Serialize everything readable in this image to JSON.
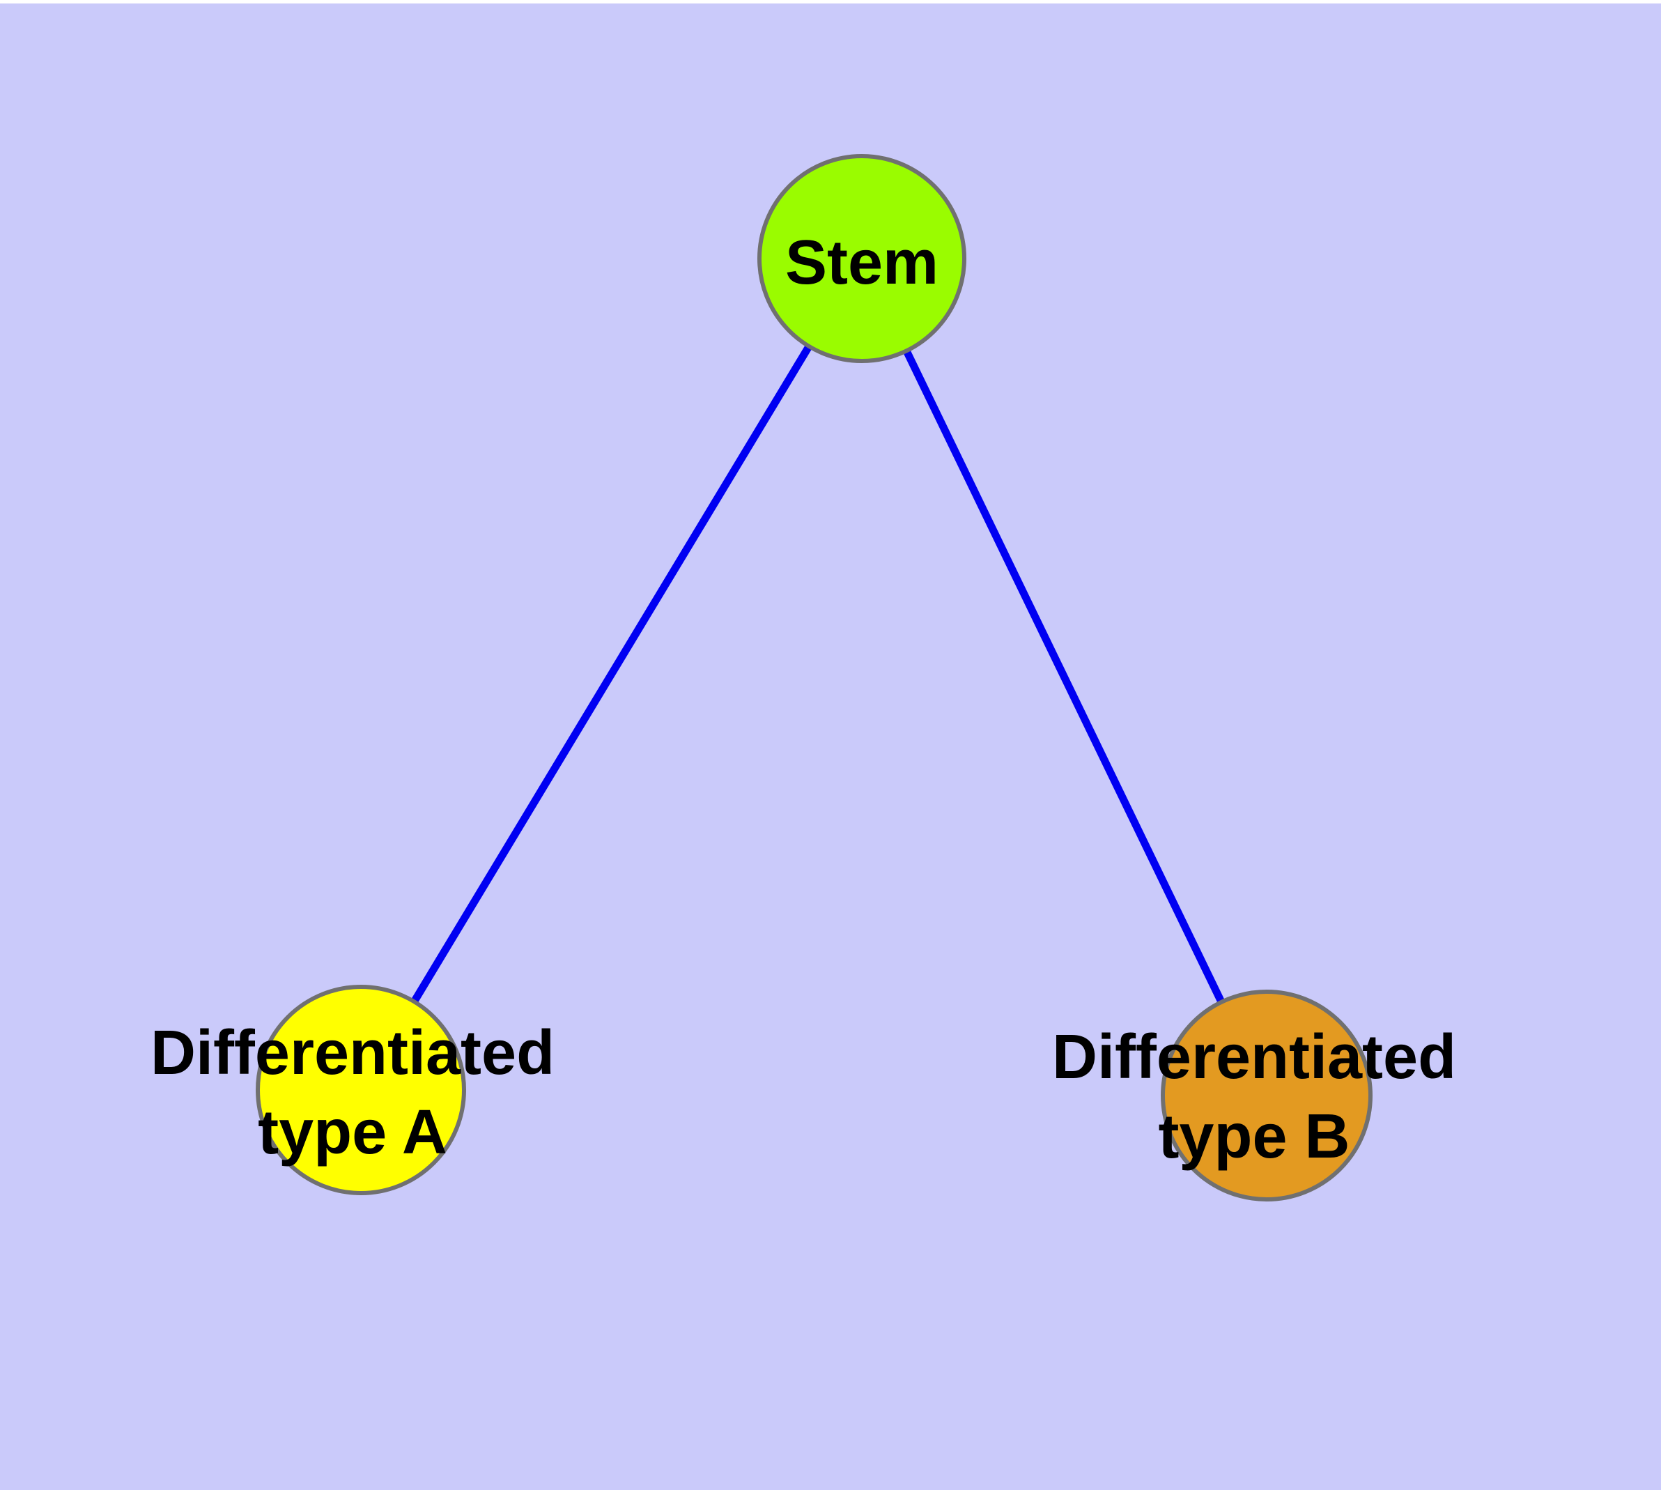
{
  "diagram": {
    "background_color": "#CACAFA",
    "top_strip_color": "#FFFFFF",
    "edge_color": "#0000F2",
    "node_border_color": "#707070",
    "text_color": "#000000",
    "nodes": {
      "stem": {
        "label": "Stem",
        "fill": "#9AFC00"
      },
      "type_a": {
        "label": "Differentiated\ntype A",
        "fill": "#FFFF00"
      },
      "type_b": {
        "label": "Differentiated\ntype B",
        "fill": "#E39A21"
      }
    },
    "edges": [
      {
        "from": "Stem",
        "to": "Differentiated type A"
      },
      {
        "from": "Stem",
        "to": "Differentiated type B"
      }
    ]
  }
}
